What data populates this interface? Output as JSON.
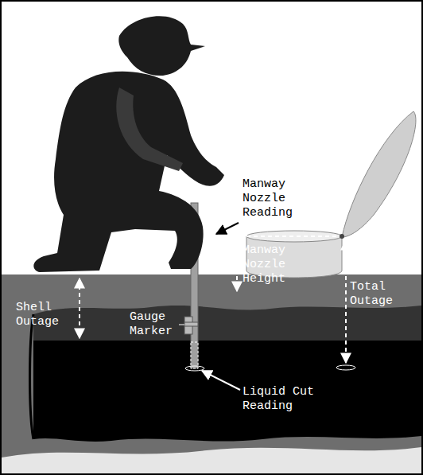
{
  "diagram": {
    "labels": [
      "Manway Nozzle Reading",
      "Manway Nozzle Height",
      "Total Outage",
      "Shell Outage",
      "Gauge Marker",
      "Liquid Cut Reading"
    ]
  }
}
